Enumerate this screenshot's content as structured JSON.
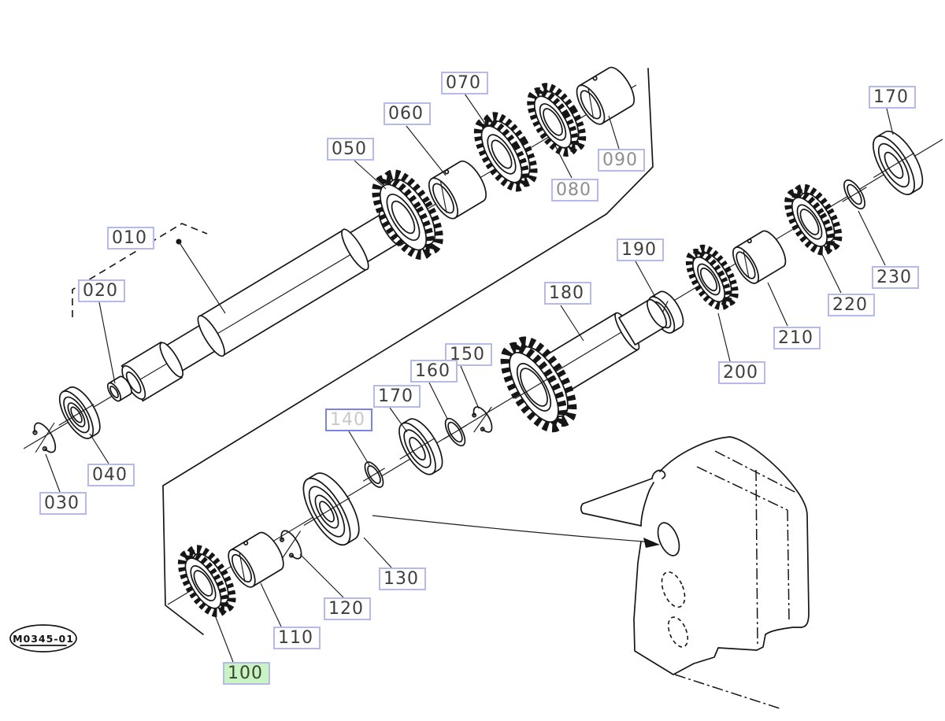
{
  "diagram": {
    "code_stamp": "M0345-01",
    "type": "exploded-parts-diagram",
    "colors": {
      "background": "#ffffff",
      "line": "#161616",
      "label_border": "#b5b9ec",
      "label_text": "#3e3e3e",
      "label_text_dimmed": "#8e8e8e",
      "label_text_faint": "#c8c8c8",
      "selected_label_border": "#7b82e8",
      "highlight_fill": "#c9f3c2"
    }
  },
  "labels": [
    {
      "ref": "010",
      "state": "normal"
    },
    {
      "ref": "020",
      "state": "normal"
    },
    {
      "ref": "030",
      "state": "normal"
    },
    {
      "ref": "040",
      "state": "normal"
    },
    {
      "ref": "050",
      "state": "normal"
    },
    {
      "ref": "060",
      "state": "normal"
    },
    {
      "ref": "070",
      "state": "normal"
    },
    {
      "ref": "080",
      "state": "dimmed"
    },
    {
      "ref": "090",
      "state": "dimmed"
    },
    {
      "ref": "100",
      "state": "highlighted"
    },
    {
      "ref": "110",
      "state": "normal"
    },
    {
      "ref": "120",
      "state": "normal"
    },
    {
      "ref": "130",
      "state": "normal"
    },
    {
      "ref": "140",
      "state": "faint-selected"
    },
    {
      "ref": "150",
      "state": "normal"
    },
    {
      "ref": "160",
      "state": "normal"
    },
    {
      "ref": "170",
      "state": "normal"
    },
    {
      "ref": "180",
      "state": "normal"
    },
    {
      "ref": "190",
      "state": "normal"
    },
    {
      "ref": "200",
      "state": "normal"
    },
    {
      "ref": "210",
      "state": "normal"
    },
    {
      "ref": "220",
      "state": "normal"
    },
    {
      "ref": "230",
      "state": "normal"
    },
    {
      "ref": "170",
      "state": "normal"
    }
  ]
}
